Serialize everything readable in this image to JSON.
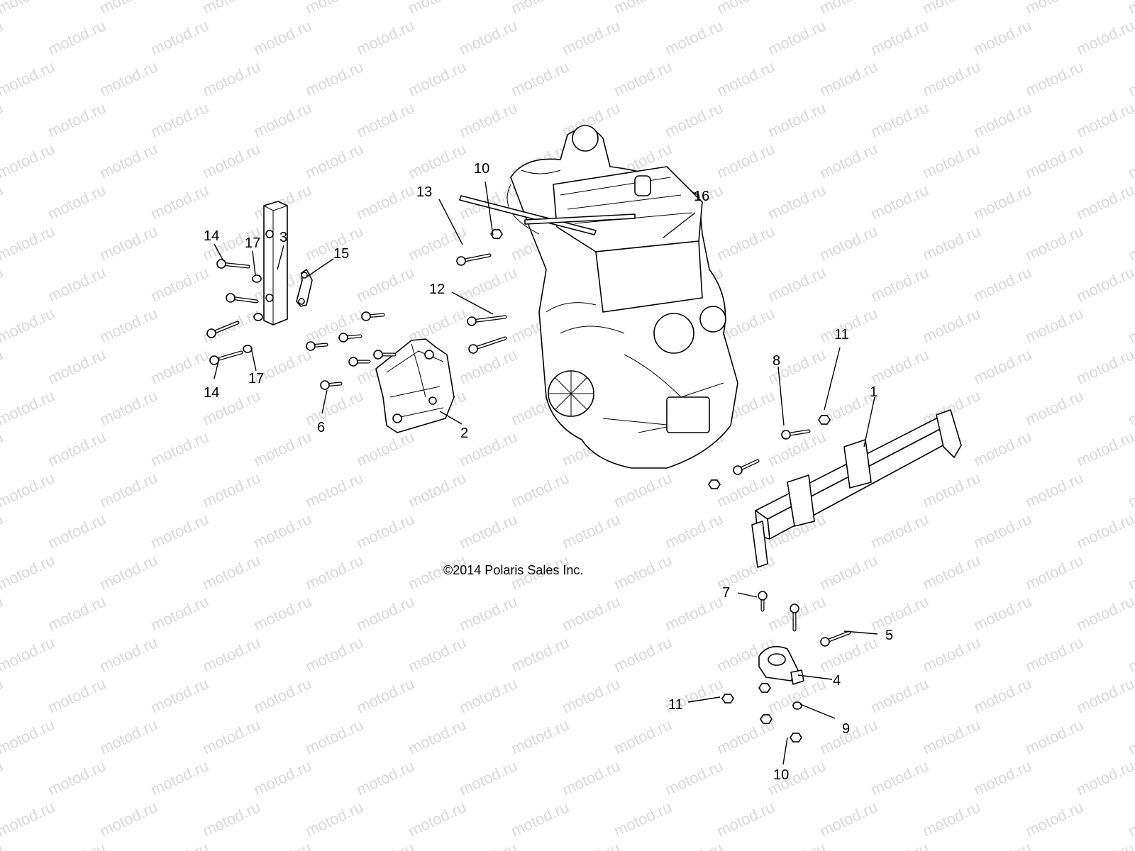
{
  "watermark": {
    "text": "motod.ru"
  },
  "copyright": "©2014 Polaris Sales Inc.",
  "callouts": [
    {
      "id": "c1",
      "label": "1"
    },
    {
      "id": "c2",
      "label": "2"
    },
    {
      "id": "c3",
      "label": "3"
    },
    {
      "id": "c4",
      "label": "4"
    },
    {
      "id": "c5",
      "label": "5"
    },
    {
      "id": "c6",
      "label": "6"
    },
    {
      "id": "c7",
      "label": "7"
    },
    {
      "id": "c8",
      "label": "8"
    },
    {
      "id": "c9",
      "label": "9"
    },
    {
      "id": "c10a",
      "label": "10"
    },
    {
      "id": "c10b",
      "label": "10"
    },
    {
      "id": "c11a",
      "label": "11"
    },
    {
      "id": "c11b",
      "label": "11"
    },
    {
      "id": "c12",
      "label": "12"
    },
    {
      "id": "c13",
      "label": "13"
    },
    {
      "id": "c14a",
      "label": "14"
    },
    {
      "id": "c14b",
      "label": "14"
    },
    {
      "id": "c15",
      "label": "15"
    },
    {
      "id": "c16",
      "label": "16"
    },
    {
      "id": "c17a",
      "label": "17"
    },
    {
      "id": "c17b",
      "label": "17"
    }
  ]
}
